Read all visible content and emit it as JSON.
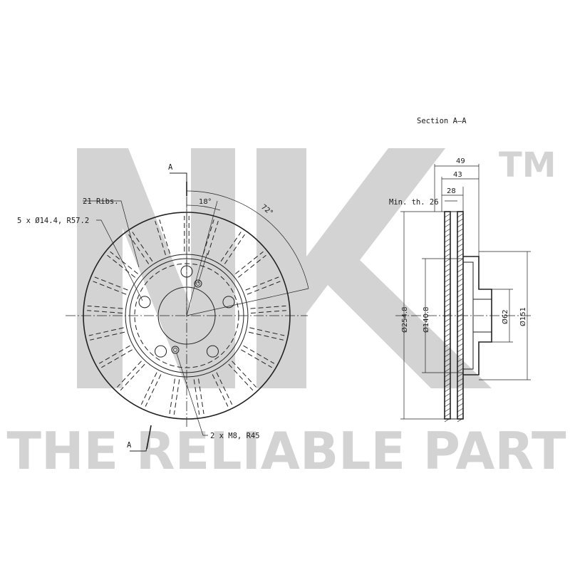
{
  "watermark": {
    "logo": "NK",
    "tm": "TM",
    "slogan": "THE RELIABLE PART"
  },
  "front_view": {
    "section_marker_top": "A",
    "section_marker_bottom": "A",
    "ribs_label": "21 Ribs.",
    "holes_label": "5 x Ø14.4, R57.2",
    "angle_small": "18°",
    "angle_large": "72°",
    "threads_label": "2 x M8, R45"
  },
  "section_view": {
    "title": "Section A–A",
    "dim_49": "49",
    "dim_43": "43",
    "dim_28": "28",
    "min_th": "Min. th. 26",
    "dia_254": "Ø254.8",
    "dia_140": "Ø140.8",
    "dia_62": "Ø62",
    "dia_151": "Ø151"
  },
  "colors": {
    "line": "#222222",
    "watermark": "#d3d3d3"
  }
}
